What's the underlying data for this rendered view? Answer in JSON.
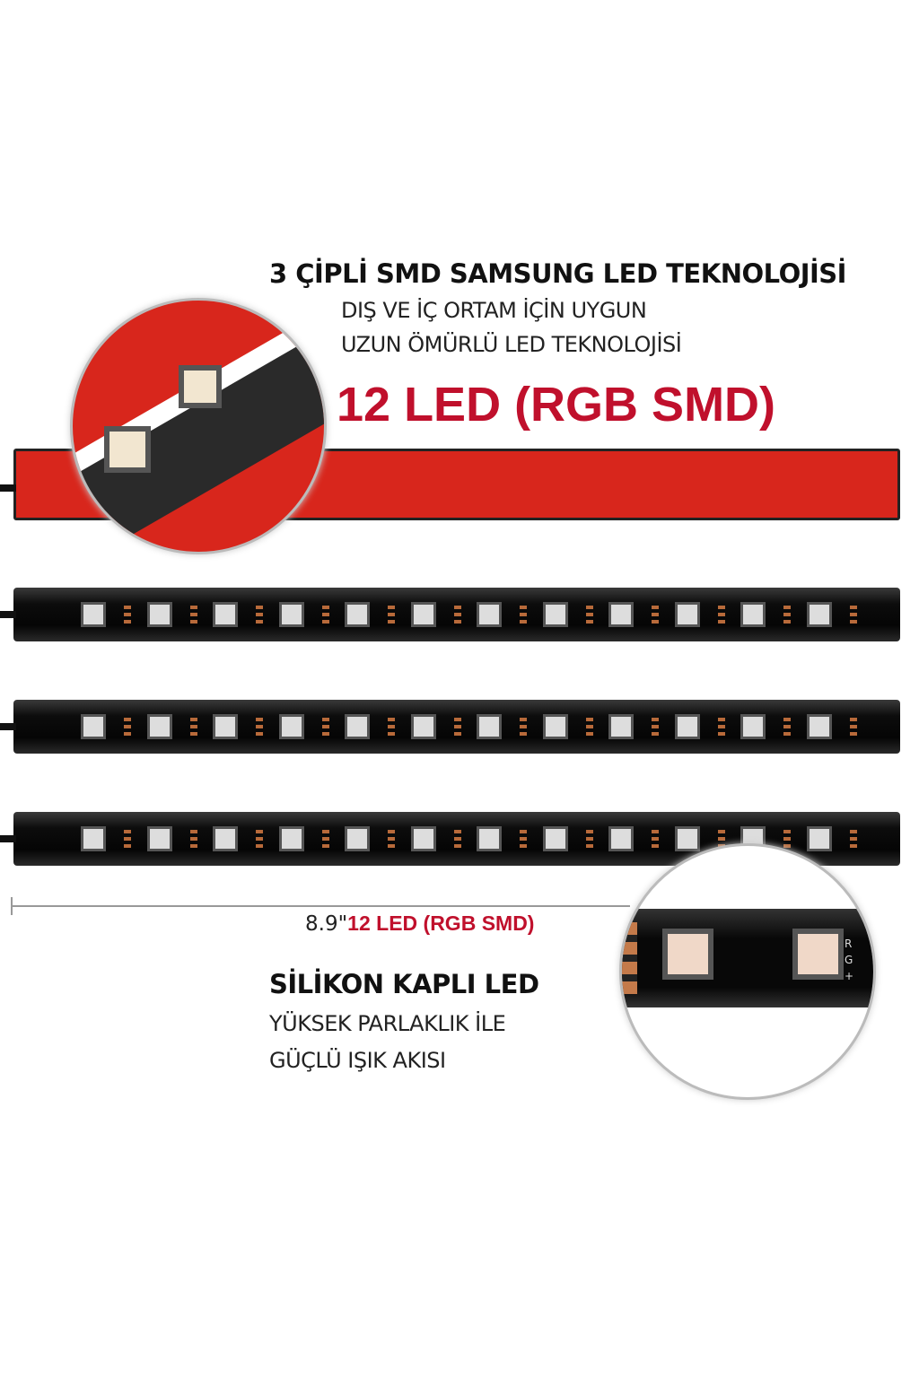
{
  "top_heading": "3 ÇİPLİ SMD SAMSUNG LED TEKNOLOJİSİ",
  "top_line1": "DIŞ VE İÇ ORTAM İÇİN UYGUN",
  "top_line2": "UZUN ÖMÜRLÜ LED TEKNOLOJİSİ",
  "top_red": "12 LED  (RGB SMD)",
  "length_label": "8.9\"",
  "length_red": "12 LED  (RGB SMD)",
  "bottom_heading": "SİLİKON KAPLI LED",
  "bottom_line1": "YÜKSEK PARLAKLIK İLE",
  "bottom_line2": "GÜÇLÜ IŞIK AKISI",
  "zoom_pins": "R G +",
  "led_count": 12,
  "colors": {
    "accent_red": "#c0102c",
    "strip_backing": "#d8261c"
  }
}
